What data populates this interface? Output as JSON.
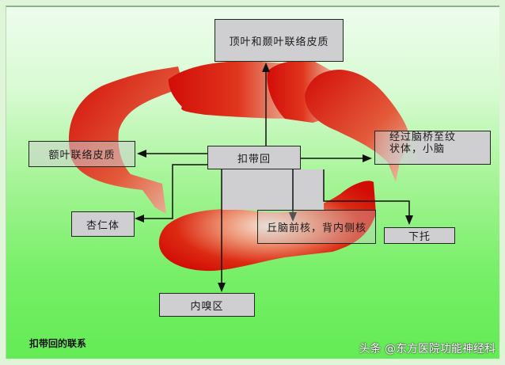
{
  "title": "扣带回的联系",
  "watermark": "头条 @东方医院功能神经科",
  "colors": {
    "background_top": "#eefdee",
    "background_bottom": "#63eb55",
    "box_fill": "#cfcfd1",
    "box_border": "#1d2a1d",
    "brain_red": "#d9120c",
    "brain_light": "#f4d8c4"
  },
  "nodes": {
    "center": "扣带回",
    "top": "顶叶和颞叶联络皮质",
    "left": "额叶联络皮质",
    "right_line1": "经过脑桥至纹",
    "right_line2": "状体，小脑",
    "amygdala": "杏仁体",
    "thalamus": "丘脑前核，背内侧核",
    "subiculum": "下托",
    "entorhinal": "内嗅区"
  },
  "edges": [
    {
      "from": "扣带回",
      "to": "顶叶和颞叶联络皮质"
    },
    {
      "from": "扣带回",
      "to": "额叶联络皮质"
    },
    {
      "from": "扣带回",
      "to": "经过脑桥至纹状体，小脑"
    },
    {
      "from": "扣带回",
      "to": "杏仁体"
    },
    {
      "from": "扣带回",
      "to": "丘脑前核，背内侧核"
    },
    {
      "from": "扣带回",
      "to": "下托"
    },
    {
      "from": "扣带回",
      "to": "内嗅区"
    }
  ]
}
